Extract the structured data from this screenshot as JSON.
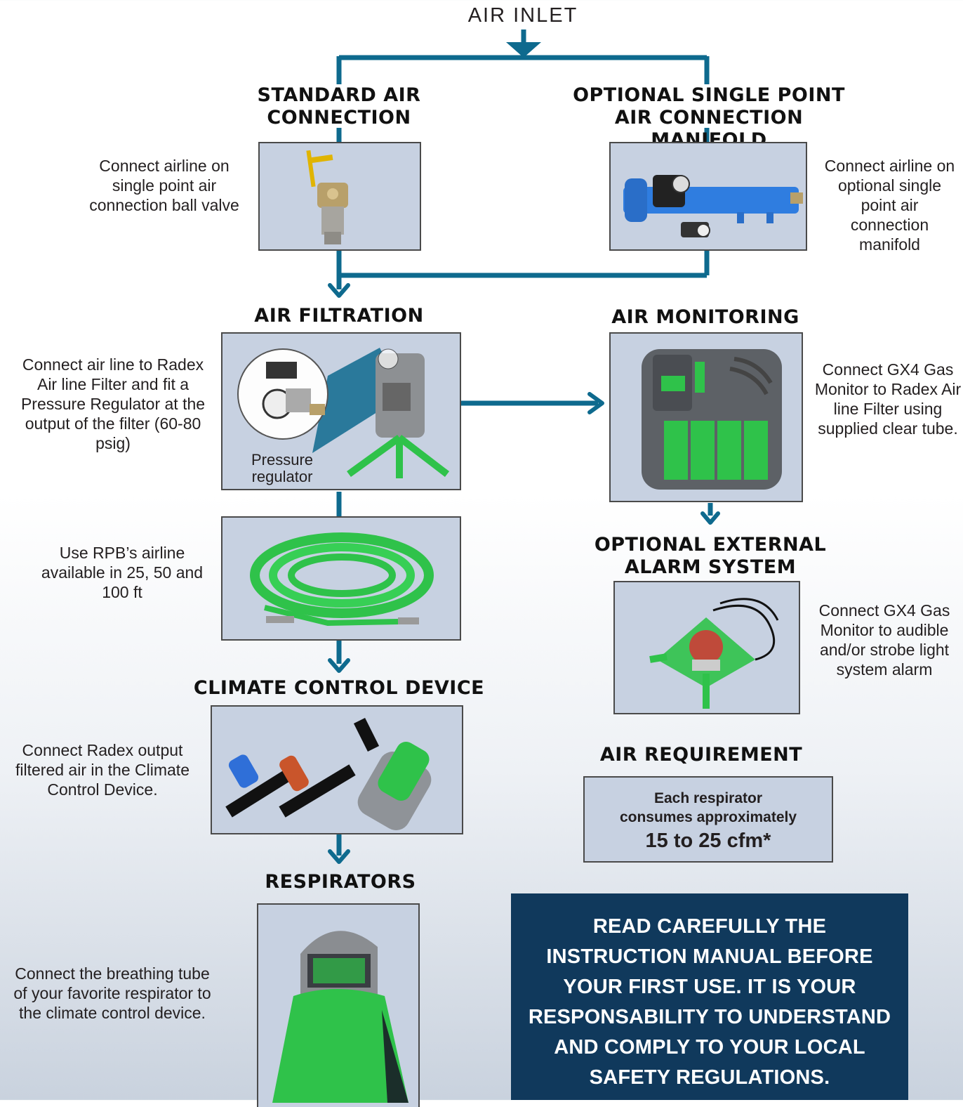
{
  "air_inlet": "AIR INLET",
  "sections": {
    "standard": {
      "title": "STANDARD AIR CONNECTION",
      "desc": "Connect airline on single point air connection ball valve"
    },
    "manifold": {
      "title": "OPTIONAL SINGLE POINT AIR CONNECTION MANIFOLD",
      "desc": "Connect airline on optional single point air connection manifold"
    },
    "filtration": {
      "title": "AIR FILTRATION",
      "desc": "Connect air line to Radex Air line Filter and fit  a Pressure Regulator at the output of the filter (60-80 psig)",
      "inset_label": "Pressure regulator"
    },
    "airline": {
      "desc": "Use RPB’s airline available in 25, 50 and 100 ft"
    },
    "monitoring": {
      "title": "AIR MONITORING",
      "desc": "Connect GX4 Gas Monitor  to Radex Air line Filter using supplied clear tube."
    },
    "alarm": {
      "title": "OPTIONAL EXTERNAL ALARM SYSTEM",
      "desc": "Connect GX4 Gas Monitor to audible and/or strobe light system alarm"
    },
    "climate": {
      "title": "CLIMATE CONTROL DEVICE",
      "desc": "Connect Radex output filtered air in the Climate Control Device."
    },
    "respirators": {
      "title": "RESPIRATORS",
      "desc": "Connect the breathing tube of your favorite respirator to the climate control device."
    },
    "requirement": {
      "title": "AIR REQUIREMENT",
      "line1": "Each respirator",
      "line2": "consumes approximately",
      "value": "15 to 25 cfm*"
    }
  },
  "notice": "READ CAREFULLY THE INSTRUCTION MANUAL BEFORE YOUR FIRST USE. IT IS YOUR RESPONSABILITY TO UNDERSTAND AND COMPLY TO YOUR LOCAL SAFETY REGULATIONS.",
  "colors": {
    "flow_line": "#0e6a8e",
    "panel": "#c7d1e1",
    "notice_bg": "#10395c",
    "product_green": "#2fc24a"
  }
}
